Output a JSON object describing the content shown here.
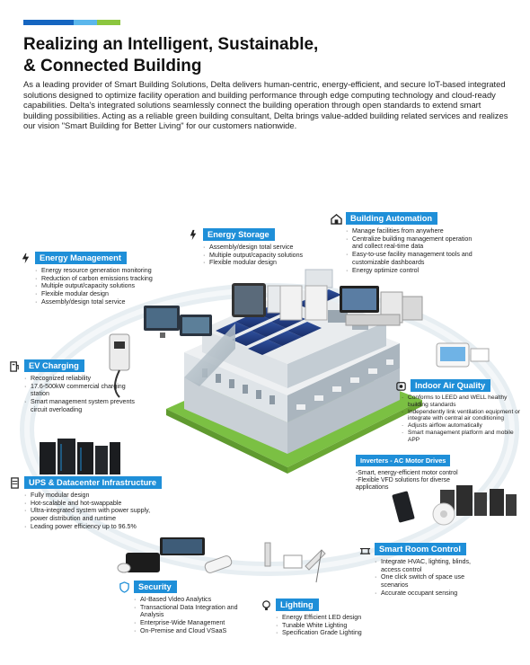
{
  "header": {
    "title_line1": "Realizing an Intelligent, Sustainable,",
    "title_line2": "& Connected Building",
    "intro": "As a leading provider of Smart Building Solutions, Delta delivers human-centric, energy-efficient, and secure IoT-based integrated solutions designed to optimize facility operation and building performance through edge computing technology and cloud-ready capabilities. Delta's integrated solutions seamlessly connect the building operation through open standards to extend smart building possibilities. Acting as a reliable green building consultant, Delta brings value-added building related services and realizes our vision \"Smart Building for Better Living\" for our customers nationwide."
  },
  "colors": {
    "accent_blue": "#1f8fd8",
    "light_blue": "#5bb7ec",
    "green": "#8cc63f",
    "dark_blue": "#1565c0",
    "grass": "#7bc043"
  },
  "sections": {
    "energy_storage": {
      "title": "Energy Storage",
      "icon": "battery-bolt-icon",
      "items": [
        "Assembly/design total service",
        "Multiple output/capacity solutions",
        "Flexible modular design"
      ]
    },
    "building_automation": {
      "title": "Building Automation",
      "icon": "smart-home-icon",
      "items": [
        "Manage facilities from anywhere",
        "Centralize building management operation and collect real-time data",
        "Easy-to-use facility management tools and customizable dashboards",
        "Energy optimize control"
      ]
    },
    "energy_management": {
      "title": "Energy Management",
      "icon": "lightning-icon",
      "items": [
        "Energy resource generation monitoring",
        "Reduction of carbon emissions tracking",
        "Multiple output/capacity solutions",
        "Flexible modular design",
        "Assembly/design total service"
      ]
    },
    "ev_charging": {
      "title": "EV Charging",
      "icon": "ev-charger-icon",
      "items": [
        "Recognized reliability",
        "17.6-500kW commercial charging station",
        "Smart management system prevents circuit overloading"
      ]
    },
    "indoor_air_quality": {
      "title": "Indoor Air Quality",
      "icon": "air-sensor-icon",
      "items": [
        "Conforms to LEED and WELL healthy building standards",
        "Independently link ventilation equipment or integrate with central air conditioning",
        "Adjusts airflow automatically",
        "Smart management platform and mobile APP"
      ]
    },
    "inverters": {
      "title": "Inverters - AC Motor Drives",
      "items": [
        "-Smart, energy-efficient motor control",
        "-Flexible VFD solutions for diverse applications"
      ]
    },
    "ups": {
      "title": "UPS & Datacenter Infrastructure",
      "icon": "server-rack-icon",
      "items": [
        "Fully modular design",
        "Hot-scalable and hot-swappable",
        "Ultra-integrated system with power supply, power distribution and runtime",
        "Leading power efficiency up to 96.5%"
      ]
    },
    "smart_room": {
      "title": "Smart Room Control",
      "icon": "room-control-icon",
      "items": [
        "Integrate HVAC, lighting, blinds,  access control",
        "One click switch of space use scenarios",
        "Accurate occupant sensing"
      ]
    },
    "security": {
      "title": "Security",
      "icon": "shield-icon",
      "items": [
        "AI-Based Video Analytics",
        "Transactional Data Integration and Analysis",
        "Enterprise-Wide Management",
        "On-Premise and Cloud VSaaS"
      ]
    },
    "lighting": {
      "title": "Lighting",
      "icon": "bulb-icon",
      "items": [
        "Energy Efficient LED design",
        "Tunable White Lighting",
        "Specification Grade Lighting"
      ]
    }
  }
}
